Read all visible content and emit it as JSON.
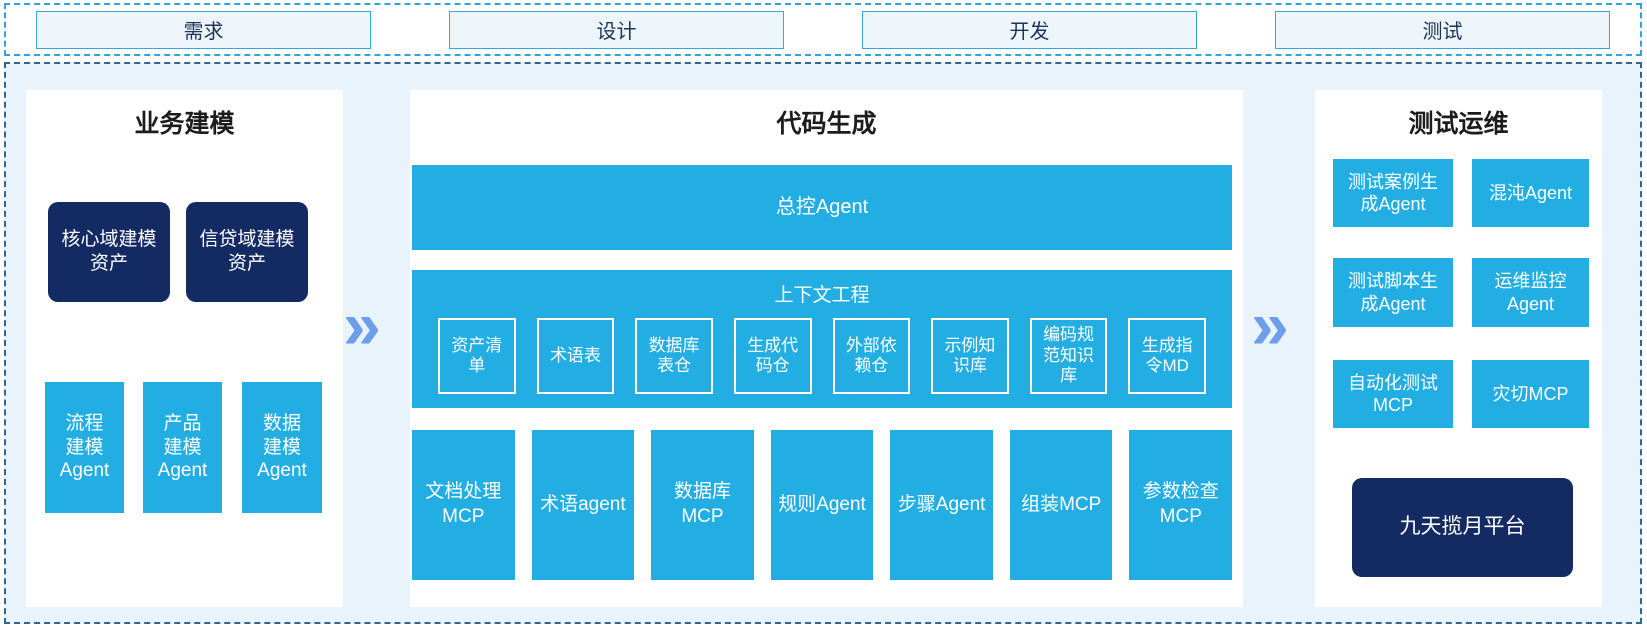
{
  "colors": {
    "cyan_box": "#23AEE3",
    "navy_box": "#132A63",
    "light_blue_bg": "#E8F3FB",
    "phase_box_fill": "#EDF5FB",
    "phase_border": "#35A7DB",
    "strip_dash_border": "#2FA3DC",
    "main_dash_border": "#33658E",
    "arrow_blue": "#6D9EEB",
    "title_text": "#1C1C1C",
    "phase_text": "#1F3557",
    "box_text": "#FFFFFF"
  },
  "phases": [
    {
      "label": "需求"
    },
    {
      "label": "设计"
    },
    {
      "label": "开发"
    },
    {
      "label": "测试"
    }
  ],
  "arrows": {
    "glyph": "»"
  },
  "panels": {
    "business_modeling": {
      "title": "业务建模",
      "assets": [
        "核心域建模\n资产",
        "信贷域建模\n资产"
      ],
      "agents": [
        "流程\n建模\nAgent",
        "产品\n建模\nAgent",
        "数据\n建模\nAgent"
      ]
    },
    "code_generation": {
      "title": "代码生成",
      "master_agent": "总控Agent",
      "context_engineering": {
        "title": "上下文工程",
        "items": [
          "资产清\n单",
          "术语表",
          "数据库\n表仓",
          "生成代\n码仓",
          "外部依\n赖仓",
          "示例知\n识库",
          "编码规\n范知识\n库",
          "生成指\n令MD"
        ]
      },
      "workers": [
        "文档处理\nMCP",
        "术语agent",
        "数据库\nMCP",
        "规则Agent",
        "步骤Agent",
        "组装MCP",
        "参数检查\nMCP"
      ]
    },
    "test_ops": {
      "title": "测试运维",
      "boxes": [
        "测试案例生\n成Agent",
        "混沌Agent",
        "测试脚本生\n成Agent",
        "运维监控\nAgent",
        "自动化测试\nMCP",
        "灾切MCP"
      ],
      "platform": "九天揽月平台"
    }
  }
}
